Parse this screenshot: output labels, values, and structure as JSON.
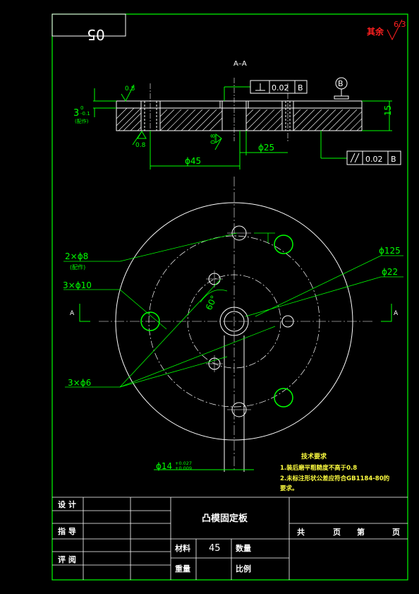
{
  "drawing": {
    "sheet_number": "05",
    "section_label": "A–A",
    "roughness_other": "其余",
    "roughness_other_value": "6.3",
    "roughness_values": [
      "0.8",
      "0.8",
      "0.8"
    ],
    "datum_label": "B",
    "perpendicularity": {
      "value": "0.02",
      "datum": "B"
    },
    "parallelism": {
      "value": "0.02",
      "datum": "B"
    },
    "dim_step": "3",
    "dim_step_upper": "0",
    "dim_step_lower": "-0.1",
    "dim_step_note": "(配作)",
    "dim_thickness": "15",
    "dim_phi45": "ϕ45",
    "dim_phi25": "ϕ25",
    "dim_phi125": "ϕ125",
    "dim_phi22": "ϕ22",
    "dim_2phi8": "2×ϕ8",
    "dim_2phi8_note": "(配作)",
    "dim_3phi10": "3×ϕ10",
    "dim_3phi6": "3×ϕ6",
    "dim_angle": "60°",
    "dim_phi14": "ϕ14",
    "dim_phi14_upper": "+0.027",
    "dim_phi14_lower": "+0.009",
    "section_mark": "A",
    "tech_title": "技术要求",
    "tech_note_1": "1.装后磨平粗糙度不高于0.8",
    "tech_note_2": "2.未标注形状公差应符合GB1184-80的",
    "tech_note_2b": "要求。"
  },
  "title_block": {
    "design": "设 计",
    "check": "指 导",
    "review": "评 阅",
    "part_name": "凸模固定板",
    "material_label": "材料",
    "material_value": "45",
    "quantity_label": "数量",
    "weight_label": "重量",
    "scale_label": "比例",
    "sheets_total_label": "共",
    "sheets_unit_label": "页",
    "sheet_no_label": "第",
    "sheet_no_unit": "页"
  }
}
